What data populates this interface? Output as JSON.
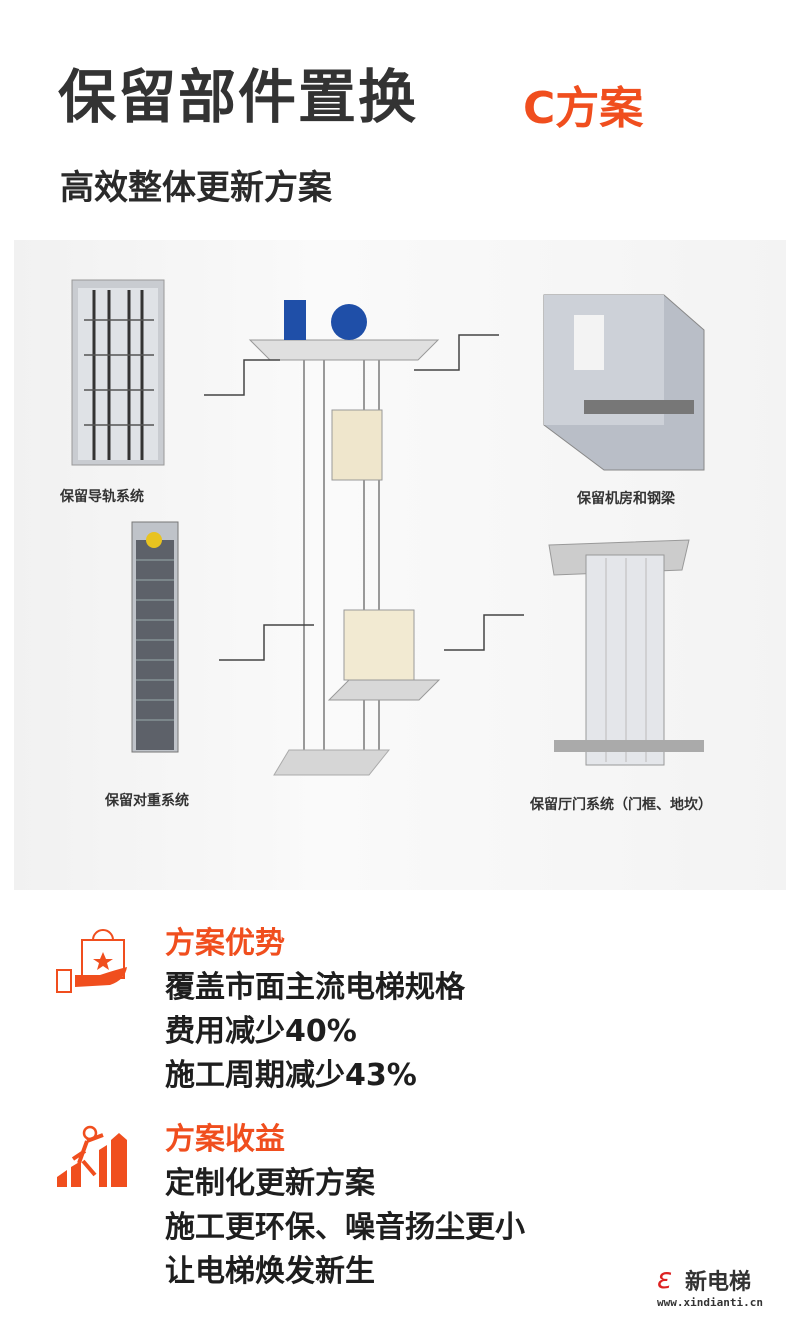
{
  "header": {
    "title": "保留部件置换",
    "title_accent": "C方案",
    "subtitle": "高效整体更新方案"
  },
  "illustration": {
    "labels": {
      "guide_rail": "保留导轨系统",
      "counterweight": "保留对重系统",
      "machine_room": "保留机房和钢梁",
      "landing_door": "保留厅门系统（门框、地坎）"
    }
  },
  "sections": [
    {
      "icon": "shopping-bag-hand-icon",
      "heading": "方案优势",
      "lines": [
        "覆盖市面主流电梯规格",
        "费用减少40%",
        "施工周期减少43%"
      ]
    },
    {
      "icon": "climbing-growth-icon",
      "heading": "方案收益",
      "lines": [
        "定制化更新方案",
        "施工更环保、噪音扬尘更小",
        "让电梯焕发新生"
      ]
    }
  ],
  "watermark": {
    "name": "新电梯",
    "url": "www.xindianti.cn"
  },
  "colors": {
    "accent": "#f04e1e",
    "text": "#222222"
  }
}
